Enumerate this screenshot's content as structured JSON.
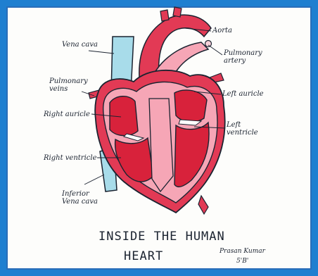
{
  "labels": {
    "vena_cava": "Vena cava",
    "aorta": "Aorta",
    "pulmonary_artery": "Pulmonary artery",
    "pulmonary_veins": "Pulmonary veins",
    "left_auricle": "Left auricle",
    "right_auricle": "Right auricle",
    "left_ventricle": "Left ventricle",
    "right_ventricle": "Right ventricle",
    "inferior_vena_cava": "Inferior Vena cava"
  },
  "title": {
    "line1": "INSIDE THE HUMAN",
    "line2": "HEART"
  },
  "signature": {
    "name": "Prasan Kumar",
    "class": "5'B'"
  },
  "colors": {
    "frame": "#1f7fd0",
    "heart_outer": "#e23a55",
    "heart_inner": "#f6a6b6",
    "chamber": "#d8223b",
    "vein_blue": "#a8dcea"
  }
}
